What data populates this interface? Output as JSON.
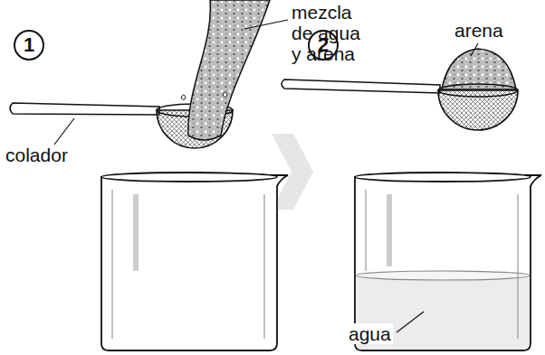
{
  "diagram": {
    "nodes": [
      {
        "text": [
          "1"
        ]
      },
      {
        "text": [
          "2"
        ]
      }
    ],
    "labels": [
      "mezcla de agua y arena",
      "colador",
      "arena",
      "agua"
    ]
  }
}
